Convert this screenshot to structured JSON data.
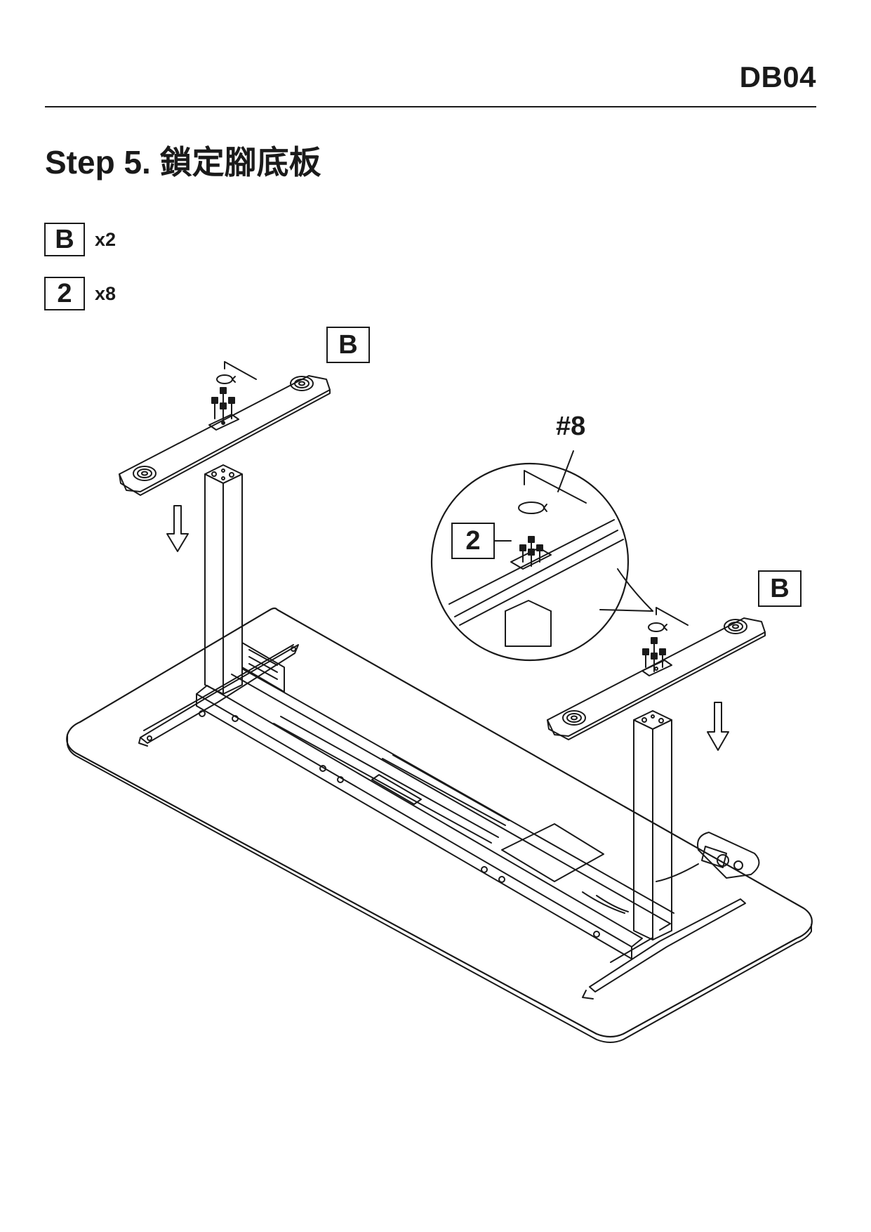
{
  "header": {
    "model_code": "DB04"
  },
  "step": {
    "title": "Step 5. 鎖定腳底板"
  },
  "parts": [
    {
      "id": "B",
      "qty": "x2"
    },
    {
      "id": "2",
      "qty": "x8"
    }
  ],
  "callouts": {
    "left_foot": "B",
    "right_foot": "B",
    "detail_screw": "2",
    "tool": "#8"
  }
}
